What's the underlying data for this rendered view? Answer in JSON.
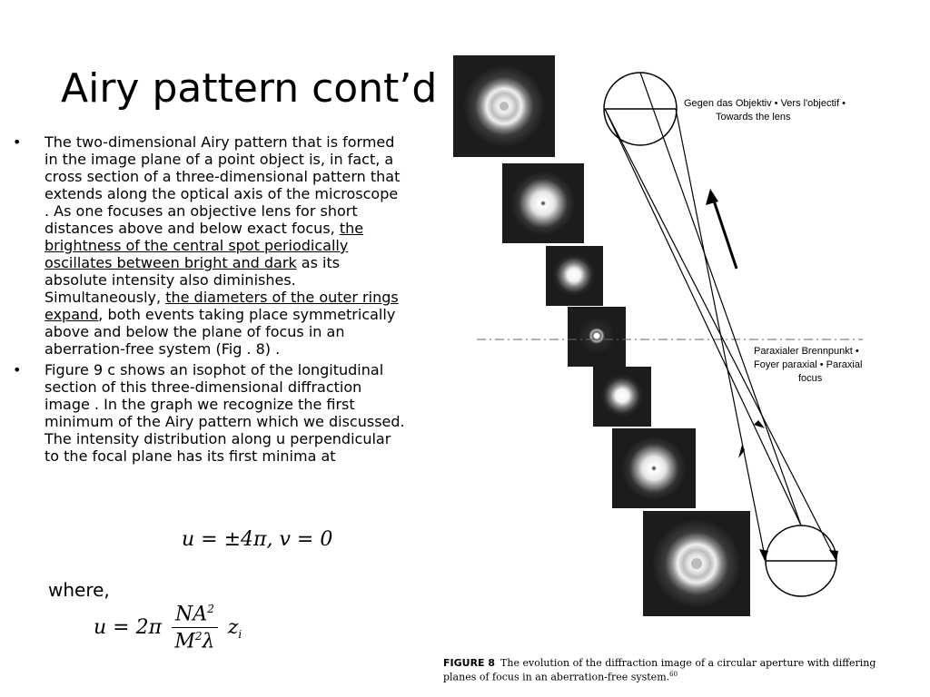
{
  "slide": {
    "title": "Airy pattern cont’d",
    "bullet_marker": "•",
    "bullet1": {
      "part1": "The two-dimensional Airy pattern that is formed in the image plane of a point object is, in fact, a cross section of a three-dimensional pattern that extends along the optical axis of the microscope . As one focuses an objective lens for short distances above and below exact focus, ",
      "underline1": "the brightness of the central spot periodically oscillates between bright and dark",
      "part2": " as its absolute intensity also diminishes. Simultaneously, ",
      "underline2": "the diameters of the outer rings expand",
      "part3": ", both events taking place symmetrically above and below the plane of focus in an aberration-free system (Fig . 8) ."
    },
    "bullet2": {
      "text": "Figure 9 c shows an isophot of the longitudinal section of this three-dimensional diffraction image . In the graph we recognize the first minimum of the Airy pattern which we discussed. The intensity distribution along u perpendicular to the focal plane has its first minima at"
    },
    "equation1": "u = ±4π, v = 0",
    "where_label": "where,",
    "equation2": {
      "lhs": "u = 2π",
      "numerator": "NA",
      "numerator_exp": "2",
      "denominator": "M",
      "denominator_exp": "2",
      "denominator_tail": "λ",
      "tail": "z",
      "tail_sub": "i"
    }
  },
  "figure": {
    "label_top_1": "Gegen das Objektiv • Vers l'objectif •",
    "label_top_2": "Towards the lens",
    "label_mid_1": "Paraxialer Brennpunkt •",
    "label_mid_2": "Foyer paraxial • Paraxial",
    "label_mid_3": "focus",
    "caption_label": "FIGURE 8",
    "caption_text": "The evolution of the diffraction image of a circular aperture with differing planes of focus in an aberration-free system.",
    "caption_ref": "60"
  }
}
